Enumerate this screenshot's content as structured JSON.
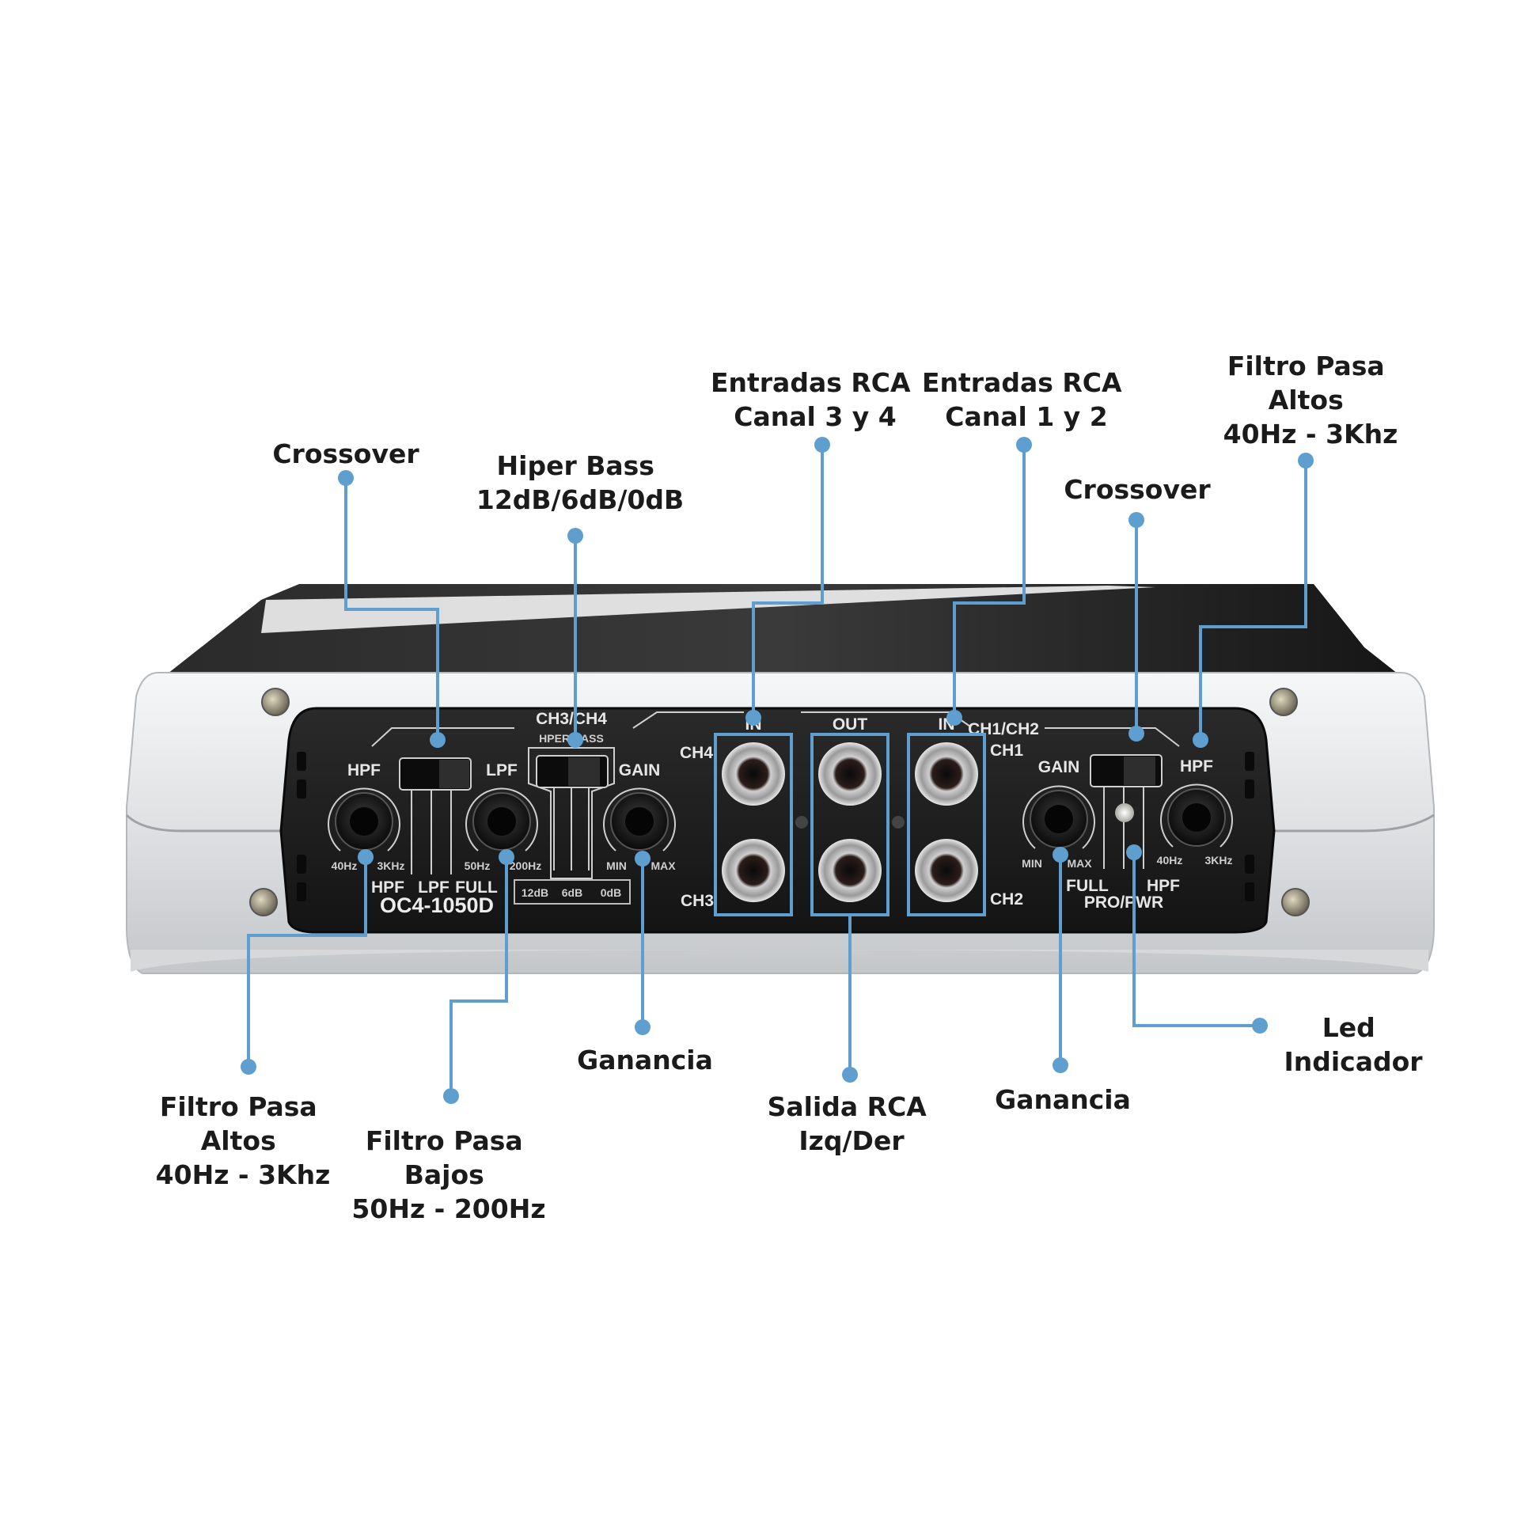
{
  "device": {
    "model": "OC4-1050D",
    "panel": {
      "left": {
        "section_title": "CH3/CH4",
        "hpf_label": "HPF",
        "lpf_label": "LPF",
        "gain_label": "GAIN",
        "hyper_bass_label": "HPER BASS",
        "hpf_min": "40Hz",
        "hpf_max": "3KHz",
        "lpf_min": "50Hz",
        "lpf_max": "200Hz",
        "gain_min": "MIN",
        "gain_max": "MAX",
        "xover_hpf": "HPF",
        "xover_lpf": "LPF",
        "xover_full": "FULL",
        "bass_12": "12dB",
        "bass_6": "6dB",
        "bass_0": "0dB"
      },
      "rca": {
        "in_left": "IN",
        "out": "OUT",
        "in_right": "IN",
        "ch4": "CH4",
        "ch3": "CH3",
        "ch1": "CH1",
        "ch2": "CH2"
      },
      "right": {
        "section_title": "CH1/CH2",
        "gain_label": "GAIN",
        "hpf_label": "HPF",
        "gain_min": "MIN",
        "gain_max": "MAX",
        "hpf_min": "40Hz",
        "hpf_max": "3KHz",
        "xover_full": "FULL",
        "xover_hpf": "HPF",
        "led_label": "PRO/PWR"
      }
    }
  },
  "callouts": {
    "crossover_left": [
      "Crossover"
    ],
    "hiper_bass": [
      "Hiper Bass",
      "12dB/6dB/0dB"
    ],
    "rca_in_34": [
      "Entradas RCA",
      "Canal 3 y 4"
    ],
    "rca_in_12": [
      "Entradas RCA",
      "Canal 1 y 2"
    ],
    "hpf_right": [
      "Filtro Pasa",
      "Altos",
      "40Hz - 3Khz"
    ],
    "crossover_right": [
      "Crossover"
    ],
    "hpf_left": [
      "Filtro Pasa",
      "Altos",
      "40Hz - 3Khz"
    ],
    "lpf_left": [
      "Filtro Pasa",
      "Bajos",
      "50Hz - 200Hz"
    ],
    "gain_left": [
      "Ganancia"
    ],
    "rca_out": [
      "Salida RCA",
      "Izq/Der"
    ],
    "gain_right": [
      "Ganancia"
    ],
    "led": [
      "Led",
      "Indicador"
    ]
  },
  "colors": {
    "leader": "#5f9fd0",
    "panel": "#1e1e1e",
    "chassis": "#e4e6e8",
    "text": "#1b1b1b"
  }
}
